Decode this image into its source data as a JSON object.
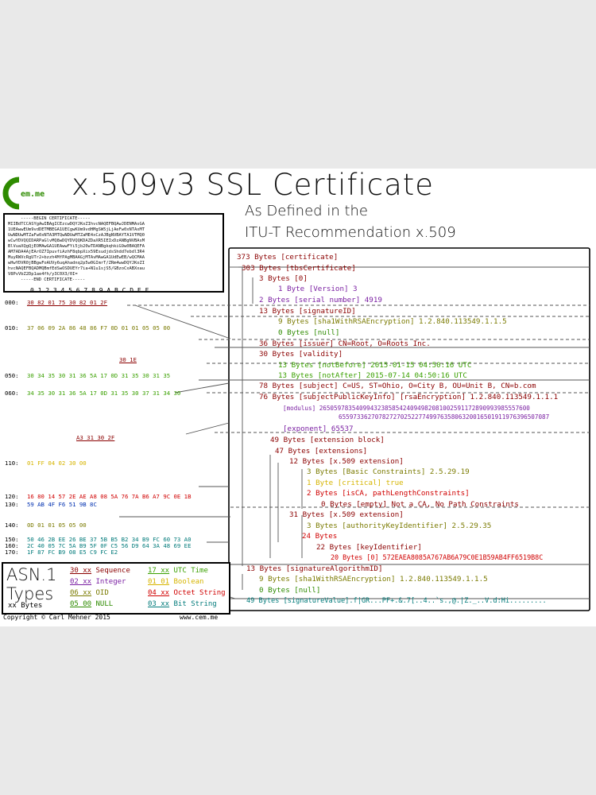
{
  "header": {
    "title": "x.509v3 SSL Certificate",
    "subtitle1": "As Defined in the",
    "subtitle2": "ITU-T Recommendation x.509",
    "logo_text": "Cem.me"
  },
  "pem": [
    "-----BEGIN CERTIFICATE-----",
    "MIIBdTCCASYgAwIBAgICEzcwDQYJKoZIhvcNAQEFBQAwJDENMAsGA",
    "1UEAwwEUm9vdDETMBEGA1UECgwKUm9vdHMgSW5jLjAeFw0xNTAxMT",
    "UwNDUwMTZaFw0xNTA3MTQwNDUwMTZaME4xCzAJBgNVBAYTA1VTMQ0",
    "wCwYDVQQIDARPaGlvMQ8wDQYDVQQKDAZDaXR5IEIxDzANBgNVBAsM",
    "BlVuaXQgQjEOMAwGA1UEAwwFYi5jb20wTDANBgkqhkiG9w0BAQEFA",
    "AM7ADA4AjEArOZ7IpuvfiAzhF8qbpXix59EsudjdsShdd7ebdl3R4",
    "MuyRWVcRgUTr2+bzzh4MfPAgMBAAGjMTAvMAwGA1UdEwEB/wQCMAA",
    "wHwYDVR0jBBgwFoAUVy6uqAhadnq2p5w0GImrT/ZRm4wwDQYJKoZI",
    "hvcNAQEFBQADMQBmfEdSwOSDUEYr7ia+N1u1sjS5/GBzoCxABXxau",
    "V8PvVbZ2Dp1ae4fh/y3C0X3/0I=",
    "-----END CERTIFICATE-----"
  ],
  "hex_header": "0  1  2  3  4  5  6  7  8  9  A  B  C  D  E  F",
  "hex_rows": [
    {
      "addr": "000:",
      "bytes": "30 82 01 75    30 82 01 2F"
    },
    {
      "addr": "010:",
      "bytes": "37         06 09 2A 86 48 86 F7 0D 01 01 05  05 00"
    },
    {
      "addr": "",
      "bytes": "30 1E"
    },
    {
      "addr": "050:",
      "bytes": "30 34 35 30 31 36 5A    17 0D 31 35 30 31 35"
    },
    {
      "addr": "060:",
      "bytes": "34 35 30 31 36 5A    17 0D 31 35 30 37 31 34 30"
    },
    {
      "addr": "",
      "bytes": "A3 31     30 2F"
    },
    {
      "addr": "110:",
      "bytes": "01 FF     04 02     30 00"
    },
    {
      "addr": "120:",
      "bytes": "16     80 14 57 2E AE A8 08 5A 76 7A B6 A7 9C 0E 1B"
    },
    {
      "addr": "130:",
      "bytes": "59 AB 4F F6 51 9B 8C"
    },
    {
      "addr": "140:",
      "bytes": "0D 01 01 05     05 00"
    },
    {
      "addr": "150:",
      "bytes": "50 46 2B EE 26 BE 37 5B B5 B2 34 B9 FC 60 73 A0"
    },
    {
      "addr": "160:",
      "bytes": "2C 40 05 7C 5A B9 5F 0F C5 56 D9 64 3A 48 69 EE"
    },
    {
      "addr": "170:",
      "bytes": "1F 87 FC B9 08 E5 C9 FC E2"
    }
  ],
  "tree": [
    {
      "text": "373 Bytes [certificate]",
      "cls": "c30"
    },
    {
      "text": "303 Bytes [tbsCertificate]",
      "cls": "c30"
    },
    {
      "text": "3 Bytes [0]",
      "cls": "c30"
    },
    {
      "text": "1 Byte [Version] 3",
      "cls": "c02"
    },
    {
      "text": "2 Bytes [serial number] 4919",
      "cls": "c02"
    },
    {
      "text": "13 Bytes [signatureID]",
      "cls": "c30"
    },
    {
      "text": "9 Bytes [sha1WithRSAEncryption] 1.2.840.113549.1.1.5",
      "cls": "c06"
    },
    {
      "text": "0 Bytes [null]",
      "cls": "c05"
    },
    {
      "text": "36 Bytes [issuer] CN=Root, O=Roots Inc.",
      "cls": "c30"
    },
    {
      "text": "30 Bytes [validity]",
      "cls": "c30"
    },
    {
      "text": "13 Bytes [notBefore] 2015-01-15 04:50:16 UTC",
      "cls": "c17"
    },
    {
      "text": "13 Bytes [notAfter]  2015-07-14 04:50:16 UTC",
      "cls": "c17"
    },
    {
      "text": "78 Bytes [subject] C=US, ST=Ohio, O=City B, OU=Unit B, CN=b.com",
      "cls": "c30"
    },
    {
      "text": "76 Bytes [subjectPublicKeyInfo] [rsaEncryption] 1.2.840.113549.1.1.1",
      "cls": "c30"
    },
    {
      "text": "[modulus]  2650597835409943238585424094982081002591172890993985557600",
      "cls": "c02"
    },
    {
      "text": "6559733627078272702522774997635806320016501911976396507087",
      "cls": "c02"
    },
    {
      "text": "[exponent] 65537",
      "cls": "c02"
    },
    {
      "text": "49 Bytes [extension block]",
      "cls": "c30"
    },
    {
      "text": "47 Bytes [extensions]",
      "cls": "c30"
    },
    {
      "text": "12 Bytes [x.509 extension]",
      "cls": "c30"
    },
    {
      "text": "3 Bytes [Basic Constraints] 2.5.29.19",
      "cls": "c06"
    },
    {
      "text": "1 Byte [critical] true",
      "cls": "c01"
    },
    {
      "text": "2 Bytes [isCA, pathLengthConstraints]",
      "cls": "c04"
    },
    {
      "text": "0 Bytes [empty] Not a CA, No Path Constraints",
      "cls": "c30"
    },
    {
      "text": "31 Bytes [x.509 extension]",
      "cls": "c30"
    },
    {
      "text": "3 Bytes [authorityKeyIdentifier] 2.5.29.35",
      "cls": "c06"
    },
    {
      "text": "24 Bytes",
      "cls": "c04"
    },
    {
      "text": "22 Bytes [keyIdentifier]",
      "cls": "c30"
    },
    {
      "text": "20 Bytes [0] 572EAEA8085A767AB6A79C0E1B59AB4FF6519B8C",
      "cls": "c04"
    },
    {
      "text": "13 Bytes  [signatureAlgorithmID]",
      "cls": "c30"
    },
    {
      "text": "9 Bytes [sha1WithRSAEncryption] 1.2.840.113549.1.1.5",
      "cls": "c06"
    },
    {
      "text": "0 Bytes [null]",
      "cls": "c05"
    },
    {
      "text": "49 Bytes [signatureValue].f|GR...PF+.&.7[..4..`s.,@.|Z._..V.d:Hi.........",
      "cls": "c03"
    }
  ],
  "legend": {
    "title1": "ASN.1",
    "title2": "Types",
    "caption": "xx Bytes",
    "items": [
      {
        "code": "30 xx",
        "label": "Sequence",
        "color": "#8b0000"
      },
      {
        "code": "02 xx",
        "label": "Integer",
        "color": "#7a1fa2"
      },
      {
        "code": "06 xx",
        "label": "OID",
        "color": "#7a7a00"
      },
      {
        "code": "05 00",
        "label": "NULL",
        "color": "#2e8b00"
      },
      {
        "code": "17 xx",
        "label": "UTC Time",
        "color": "#3aa000"
      },
      {
        "code": "01 01",
        "label": "Boolean",
        "color": "#d6b400"
      },
      {
        "code": "04 xx",
        "label": "Octet String",
        "color": "#d00000"
      },
      {
        "code": "03 xx",
        "label": "Bit String",
        "color": "#007a7a"
      }
    ]
  },
  "footer": {
    "copyright": "Copyright © Carl Mehner 2015",
    "site": "www.cem.me"
  }
}
